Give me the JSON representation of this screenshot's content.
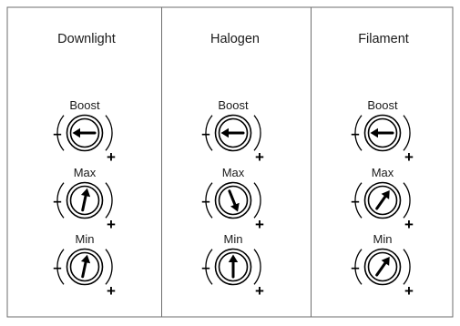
{
  "panels": [
    {
      "title": "Downlight",
      "dials": [
        {
          "label": "Boost",
          "angle_deg": 270,
          "minus": "–",
          "plus": "+"
        },
        {
          "label": "Max",
          "angle_deg": 12,
          "minus": "–",
          "plus": "+"
        },
        {
          "label": "Min",
          "angle_deg": 12,
          "minus": "–",
          "plus": "+"
        }
      ]
    },
    {
      "title": "Halogen",
      "dials": [
        {
          "label": "Boost",
          "angle_deg": 270,
          "minus": "–",
          "plus": "+"
        },
        {
          "label": "Max",
          "angle_deg": 158,
          "minus": "–",
          "plus": "+"
        },
        {
          "label": "Min",
          "angle_deg": 0,
          "minus": "–",
          "plus": "+"
        }
      ]
    },
    {
      "title": "Filament",
      "dials": [
        {
          "label": "Boost",
          "angle_deg": 270,
          "minus": "–",
          "plus": "+"
        },
        {
          "label": "Max",
          "angle_deg": 35,
          "minus": "–",
          "plus": "+"
        },
        {
          "label": "Min",
          "angle_deg": 35,
          "minus": "–",
          "plus": "+"
        }
      ]
    }
  ],
  "colors": {
    "ink": "#000000",
    "border": "#6e6e6e",
    "background": "#ffffff"
  }
}
